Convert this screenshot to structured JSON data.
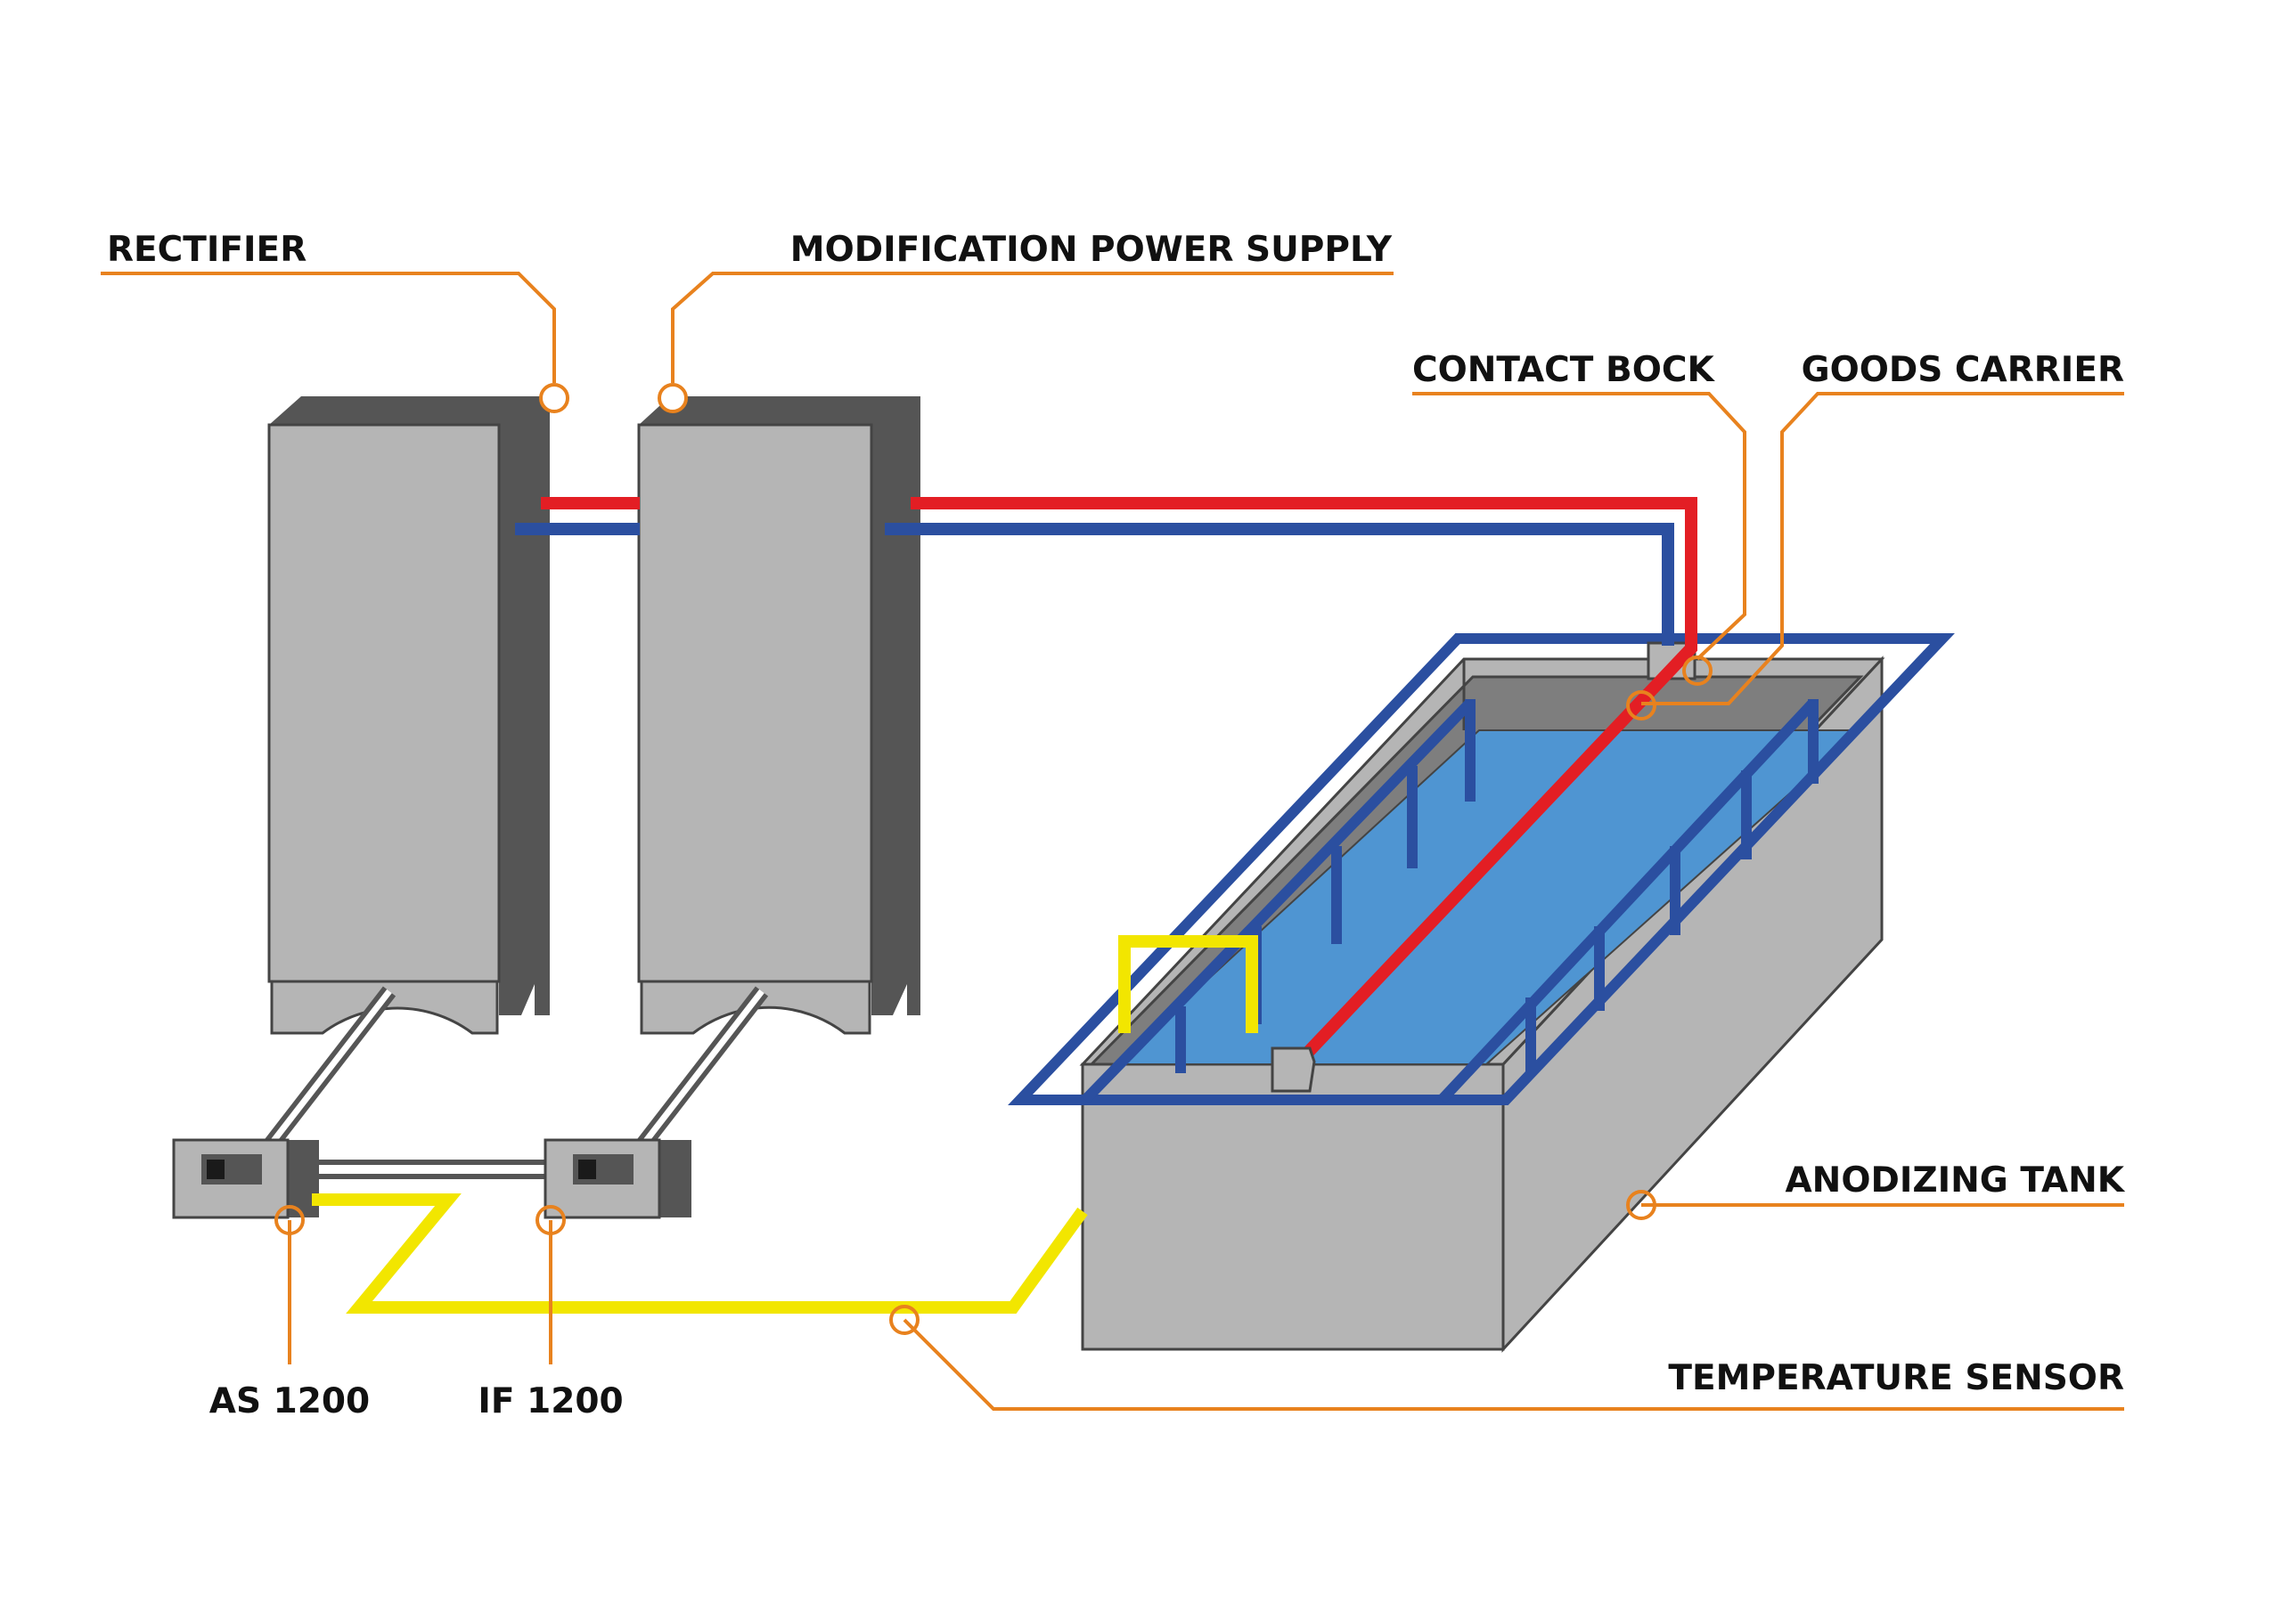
{
  "labels": {
    "rectifier": "RECTIFIER",
    "modification_power_supply": "MODIFICATION POWER SUPPLY",
    "contact_bock": "CONTACT BOCK",
    "goods_carrier": "GOODS CARRIER",
    "anodizing_tank": "ANODIZING TANK",
    "temperature_sensor": "TEMPERATURE SENSOR",
    "as_1200": "AS 1200",
    "if_1200": "IF 1200"
  },
  "colors": {
    "leader": "#e8821e",
    "anode_wire": "#e31e24",
    "cathode_wire": "#2b4fa0",
    "sensor_wire": "#f2e600",
    "electrolyte": "#4f95d2",
    "cabinet_front": "#b5b5b5",
    "cabinet_side": "#555555"
  }
}
